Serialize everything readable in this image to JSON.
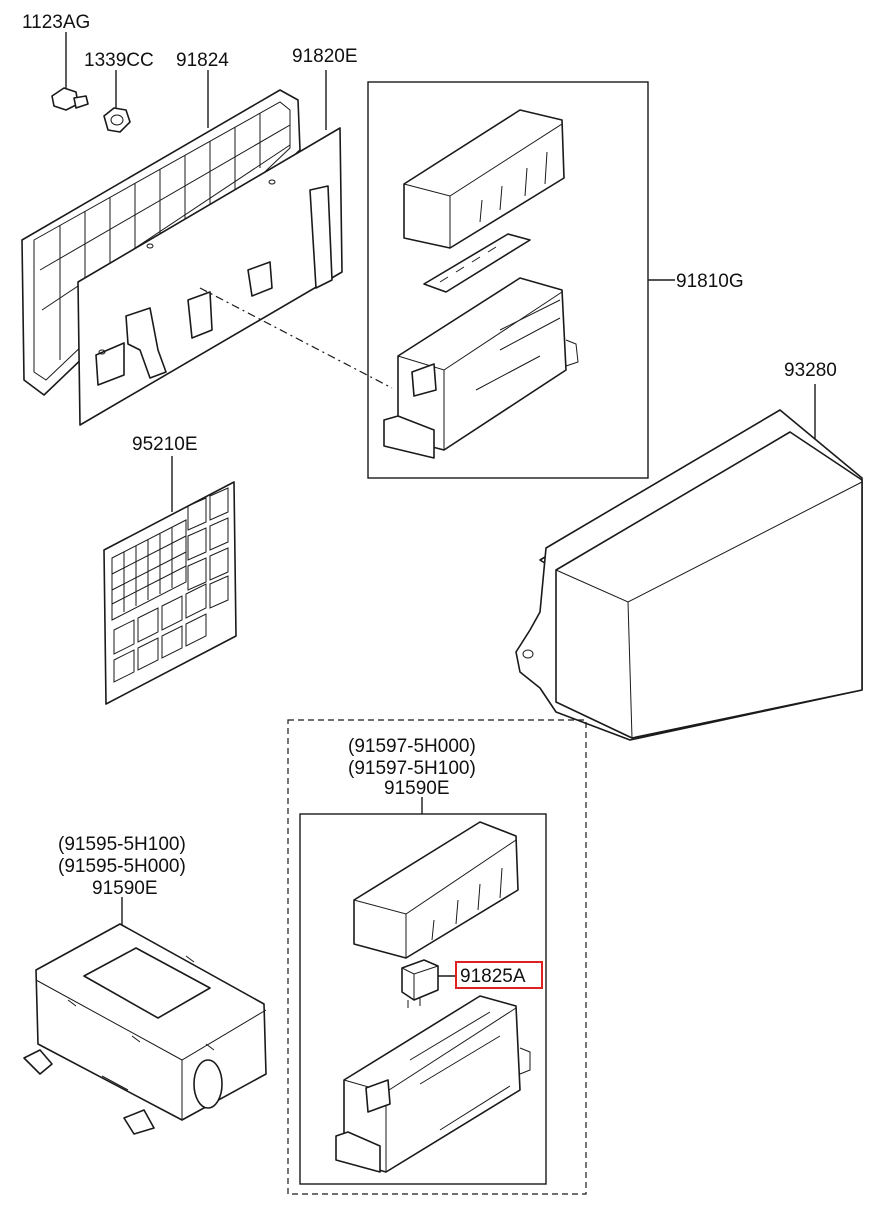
{
  "labels": {
    "bolt": "1123AG",
    "nut": "1339CC",
    "frame": "91824",
    "plate": "91820E",
    "fuse_box_assy": "91810G",
    "cover": "93280",
    "grid_panel": "95210E",
    "right_group_line1": "(91597-5H000)",
    "right_group_line2": "(91597-5H100)",
    "right_group_line3": "91590E",
    "left_group_line1": "(91595-5H100)",
    "left_group_line2": "(91595-5H000)",
    "left_group_line3": "91590E",
    "relay": "91825A"
  },
  "highlight": {
    "part": "91825A",
    "color": "#e02020"
  },
  "colors": {
    "line": "#1a1a1a",
    "background": "#ffffff"
  }
}
